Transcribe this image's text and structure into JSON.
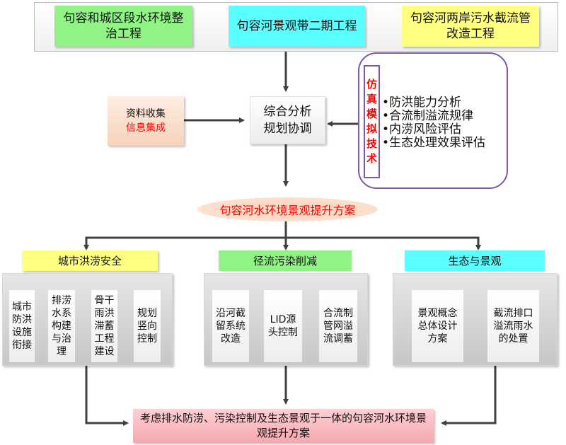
{
  "top_projects": [
    {
      "label": "句容和城区段水环境整治工程",
      "color": "#90F485"
    },
    {
      "label": "句容河景观带二期工程",
      "color": "#5CFFFF"
    },
    {
      "label": "句容河两岸污水截流管改造工程",
      "color": "#FFFF80"
    }
  ],
  "data_source": {
    "line1": "资料收集",
    "line2": "信息集成",
    "line2_color": "#FF0000"
  },
  "analysis": {
    "label": "综合分析规划协调"
  },
  "simulation": {
    "label": "仿真模拟技术",
    "label_color": "#FF0000",
    "border_color": "#7B59A8",
    "items": [
      "•防洪能力分析",
      "•合流制溢流规律",
      "•内涝风险评估",
      "•生态处理效果评估"
    ]
  },
  "plan": {
    "label": "句容河水环境景观提升方案",
    "color": "#FF0000"
  },
  "branches": [
    {
      "title": "城市洪涝安全",
      "color": "#FFFF80",
      "items": [
        "城市防洪设施衔接",
        "排涝水系构建与治理",
        "骨干雨洪滞蓄工程建设",
        "规划竖向控制"
      ]
    },
    {
      "title": "径流污染削减",
      "color": "#90F485",
      "items": [
        "沿河截留系统改造",
        "LID源头控制",
        "合流制管网溢流调蓄"
      ]
    },
    {
      "title": "生态与景观",
      "color": "#5CFFFF",
      "items": [
        "景观概念总体设计方案",
        "截流排口溢流雨水的处置"
      ]
    }
  ],
  "final": {
    "label": "考虑排水防涝、污染控制及生态景观于一体的句容河水环境景观提升方案"
  }
}
